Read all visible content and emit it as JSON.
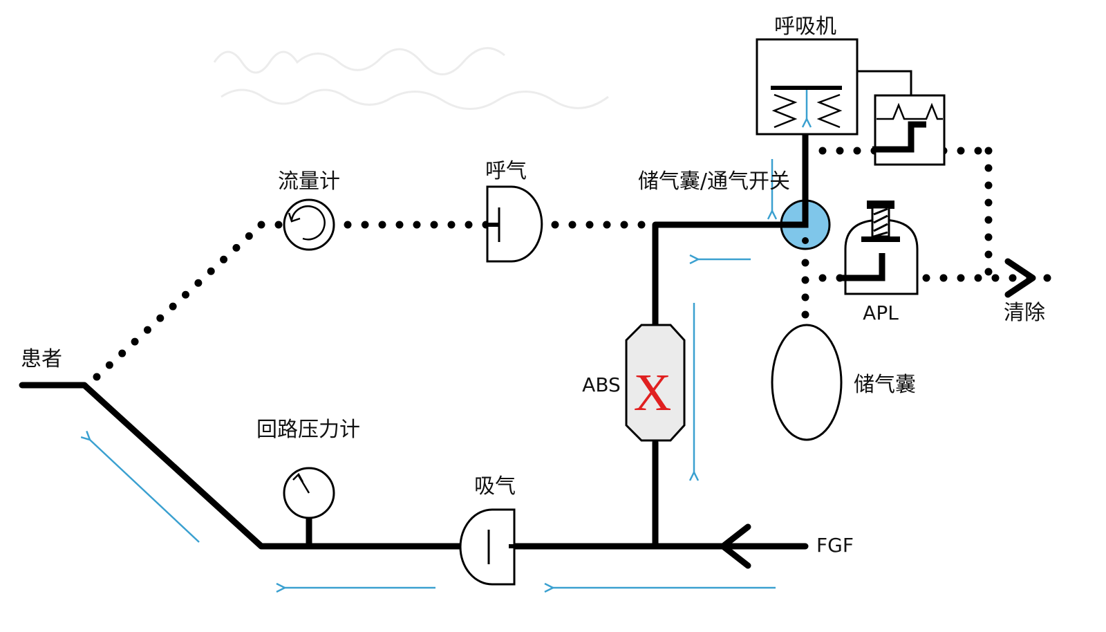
{
  "labels": {
    "ventilator": "呼吸机",
    "flowmeter": "流量计",
    "expiration": "呼气",
    "bag_switch": "储气囊/通气开关",
    "patient": "患者",
    "circuit_pressure_gauge": "回路压力计",
    "inspiration": "吸气",
    "absorber": "ABS",
    "absorber_mark": "X",
    "fgf": "FGF",
    "apl": "APL",
    "scavenging": "清除",
    "reservoir_bag": "储气囊"
  },
  "colors": {
    "line": "#000000",
    "flow_arrow": "#3aa0d0",
    "switch_fill": "#7fc6ea",
    "absorber_fill": "#ebebeb",
    "absorber_mark": "#e02020"
  }
}
